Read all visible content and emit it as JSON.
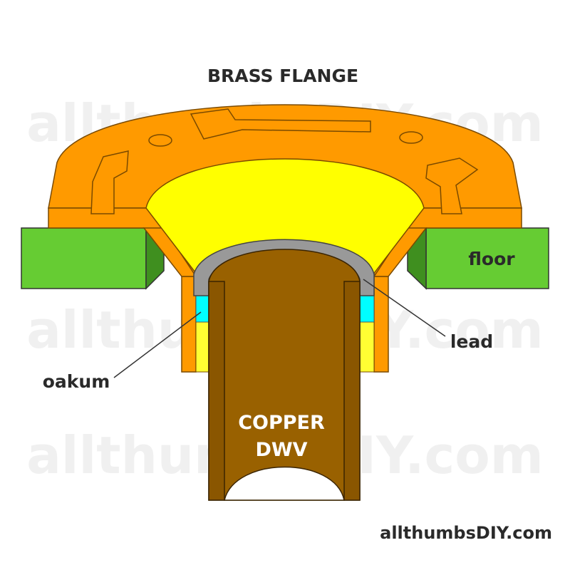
{
  "title": "BRASS FLANGE",
  "labels": {
    "floor": "floor",
    "lead": "lead",
    "oakum": "oakum",
    "pipe_line1": "COPPER",
    "pipe_line2": "DWV"
  },
  "watermark": "allthumbsDIY.com",
  "footer": "allthumbsDIY.com",
  "colors": {
    "flange": "#ff9a00",
    "flange_outline": "#8a5a00",
    "inner_cone": "#ffff00",
    "floor": "#66cc33",
    "pipe": "#996100",
    "lead": "#999999",
    "oakum": "#00ffff",
    "text": "#2a2a2a"
  }
}
